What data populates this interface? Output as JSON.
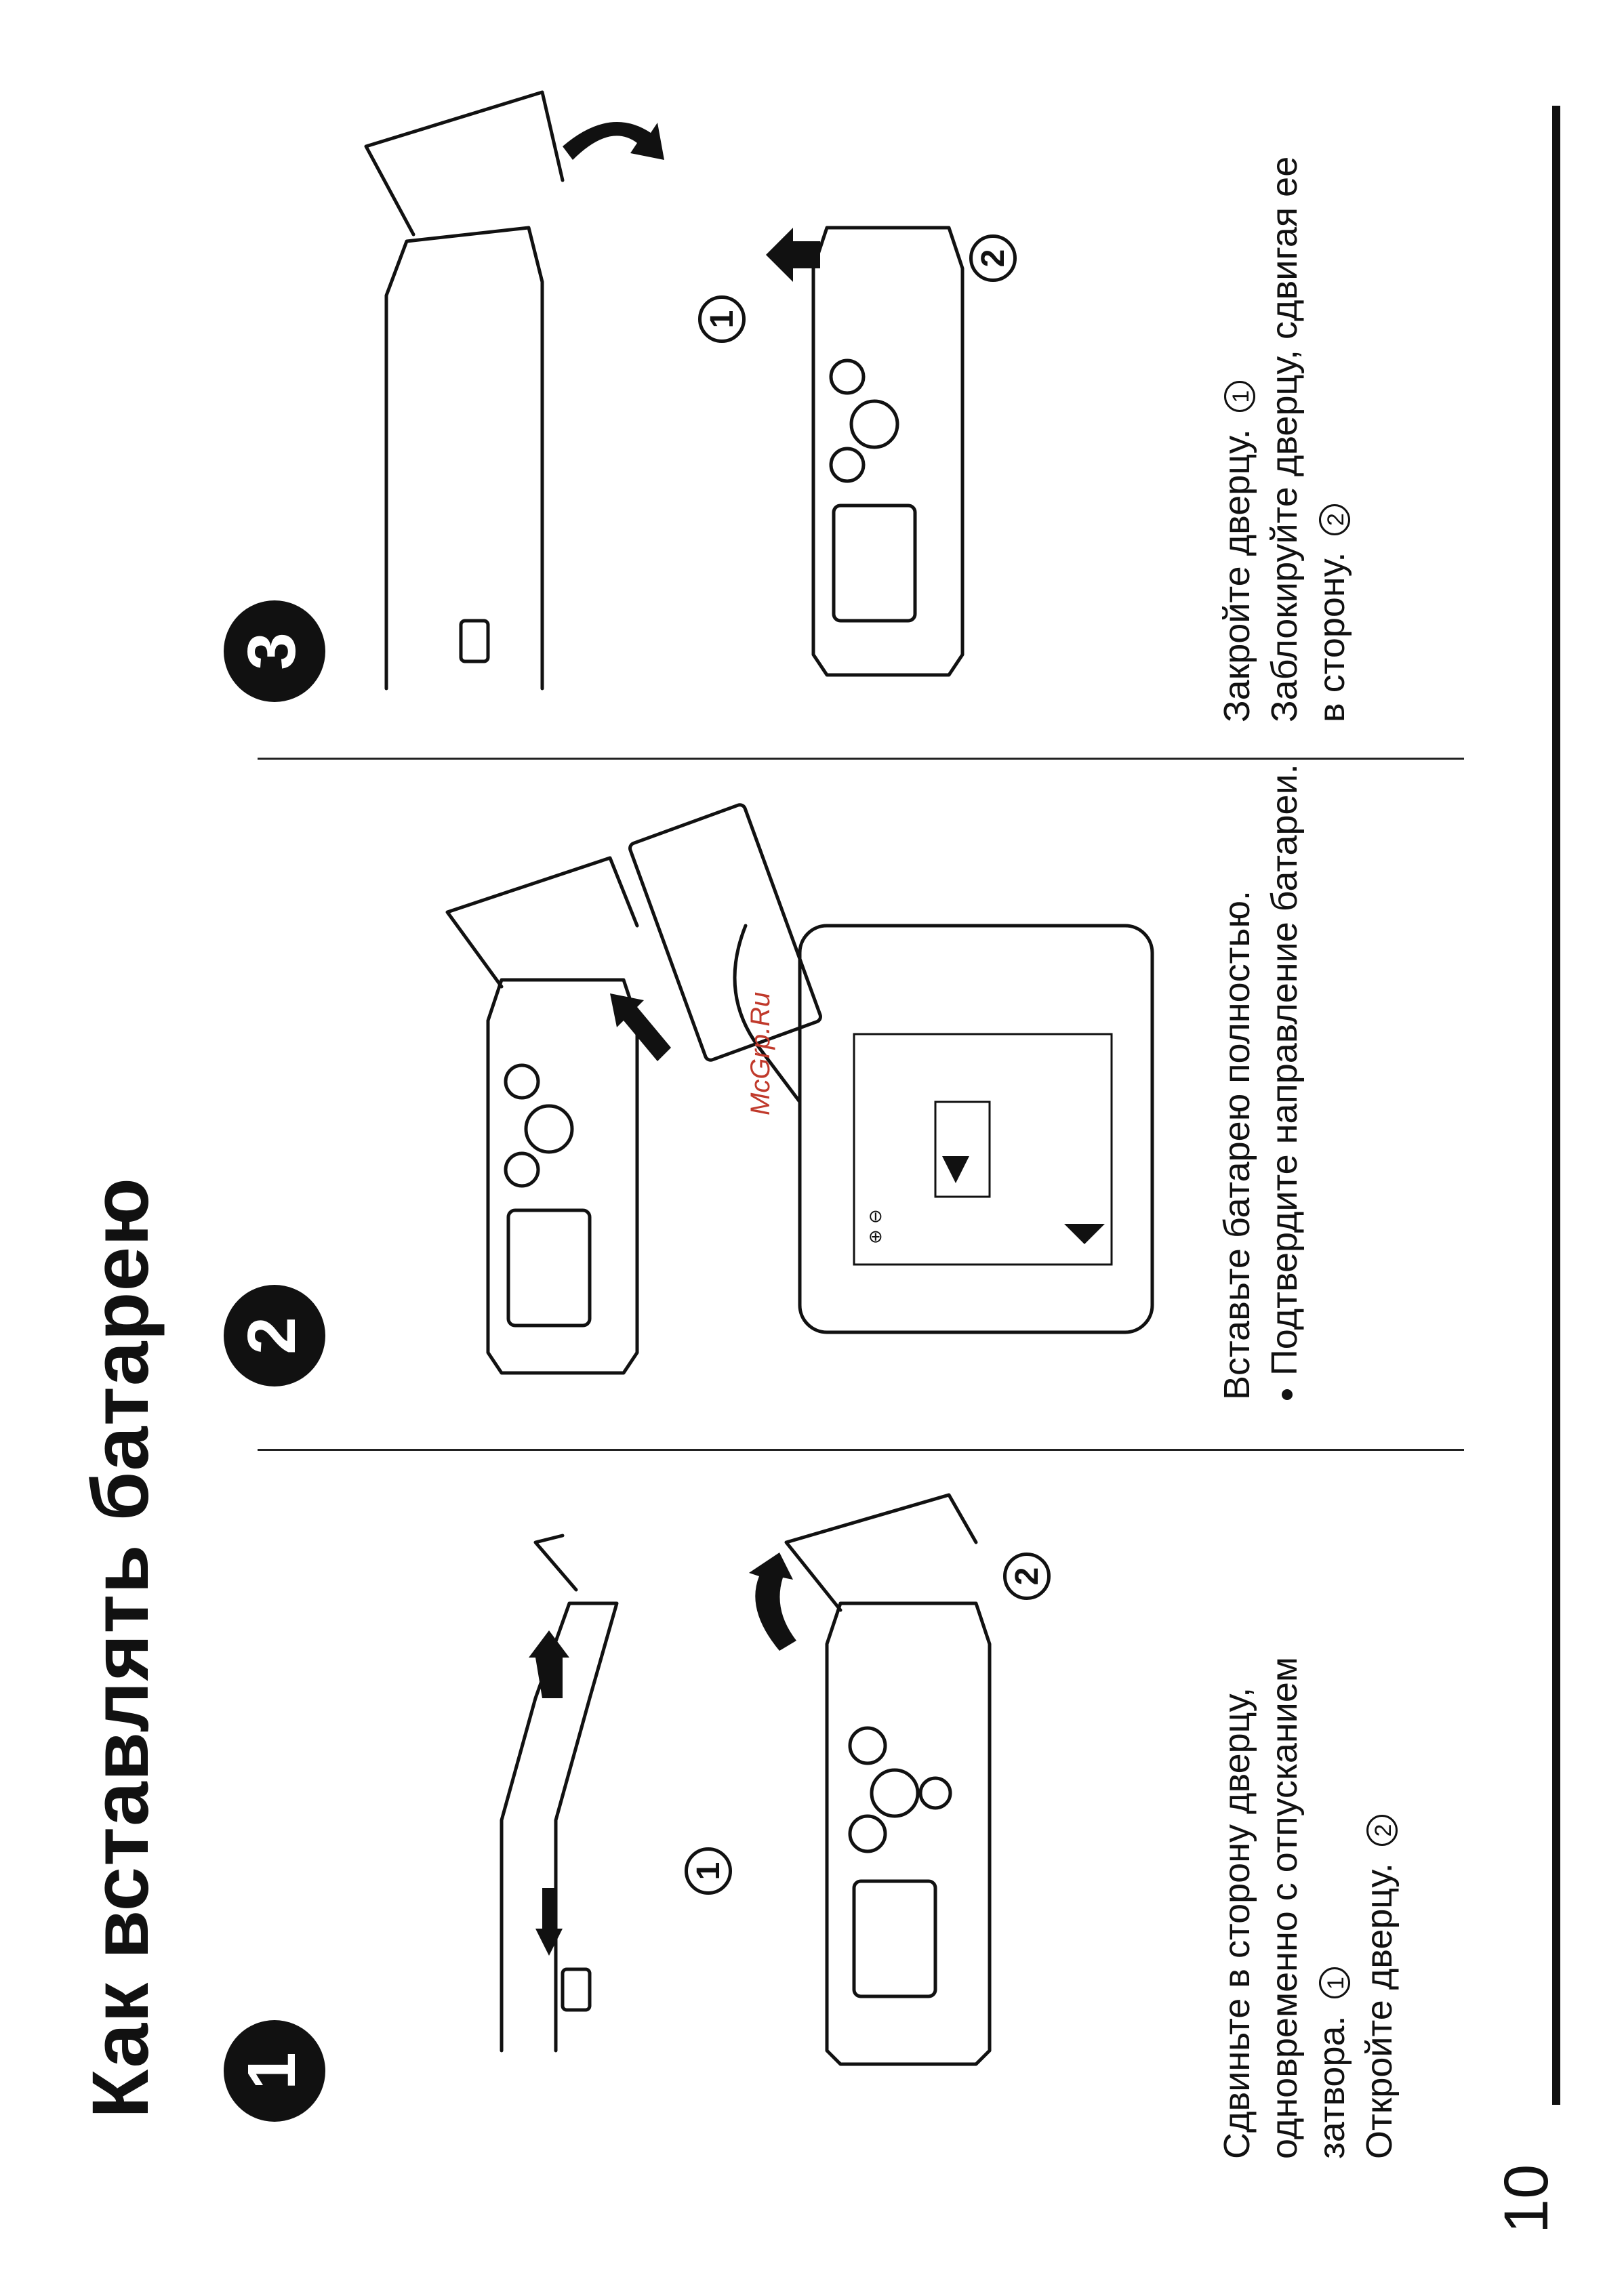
{
  "header": {
    "title": "Как вставлять батарею"
  },
  "footer": {
    "page_number": "10"
  },
  "watermark": "McGrp.Ru",
  "steps": [
    {
      "badge": "1",
      "callouts": [
        "1",
        "2"
      ],
      "lines": [
        "Сдвиньте в сторону дверцу,",
        "одновременно с отпусканием",
        "затвора. ",
        "Откройте дверцу. "
      ],
      "marks": [
        "1",
        "2"
      ]
    },
    {
      "badge": "2",
      "lines": [
        "Вставьте батарею полностью."
      ],
      "bullet": "Подтвердите направление батареи."
    },
    {
      "badge": "3",
      "callouts": [
        "1",
        "2"
      ],
      "lines": [
        "Закройте дверцу. ",
        "Заблокируйте дверцу, сдвигая ее",
        "в сторону. "
      ],
      "marks": [
        "1",
        "2"
      ]
    }
  ]
}
